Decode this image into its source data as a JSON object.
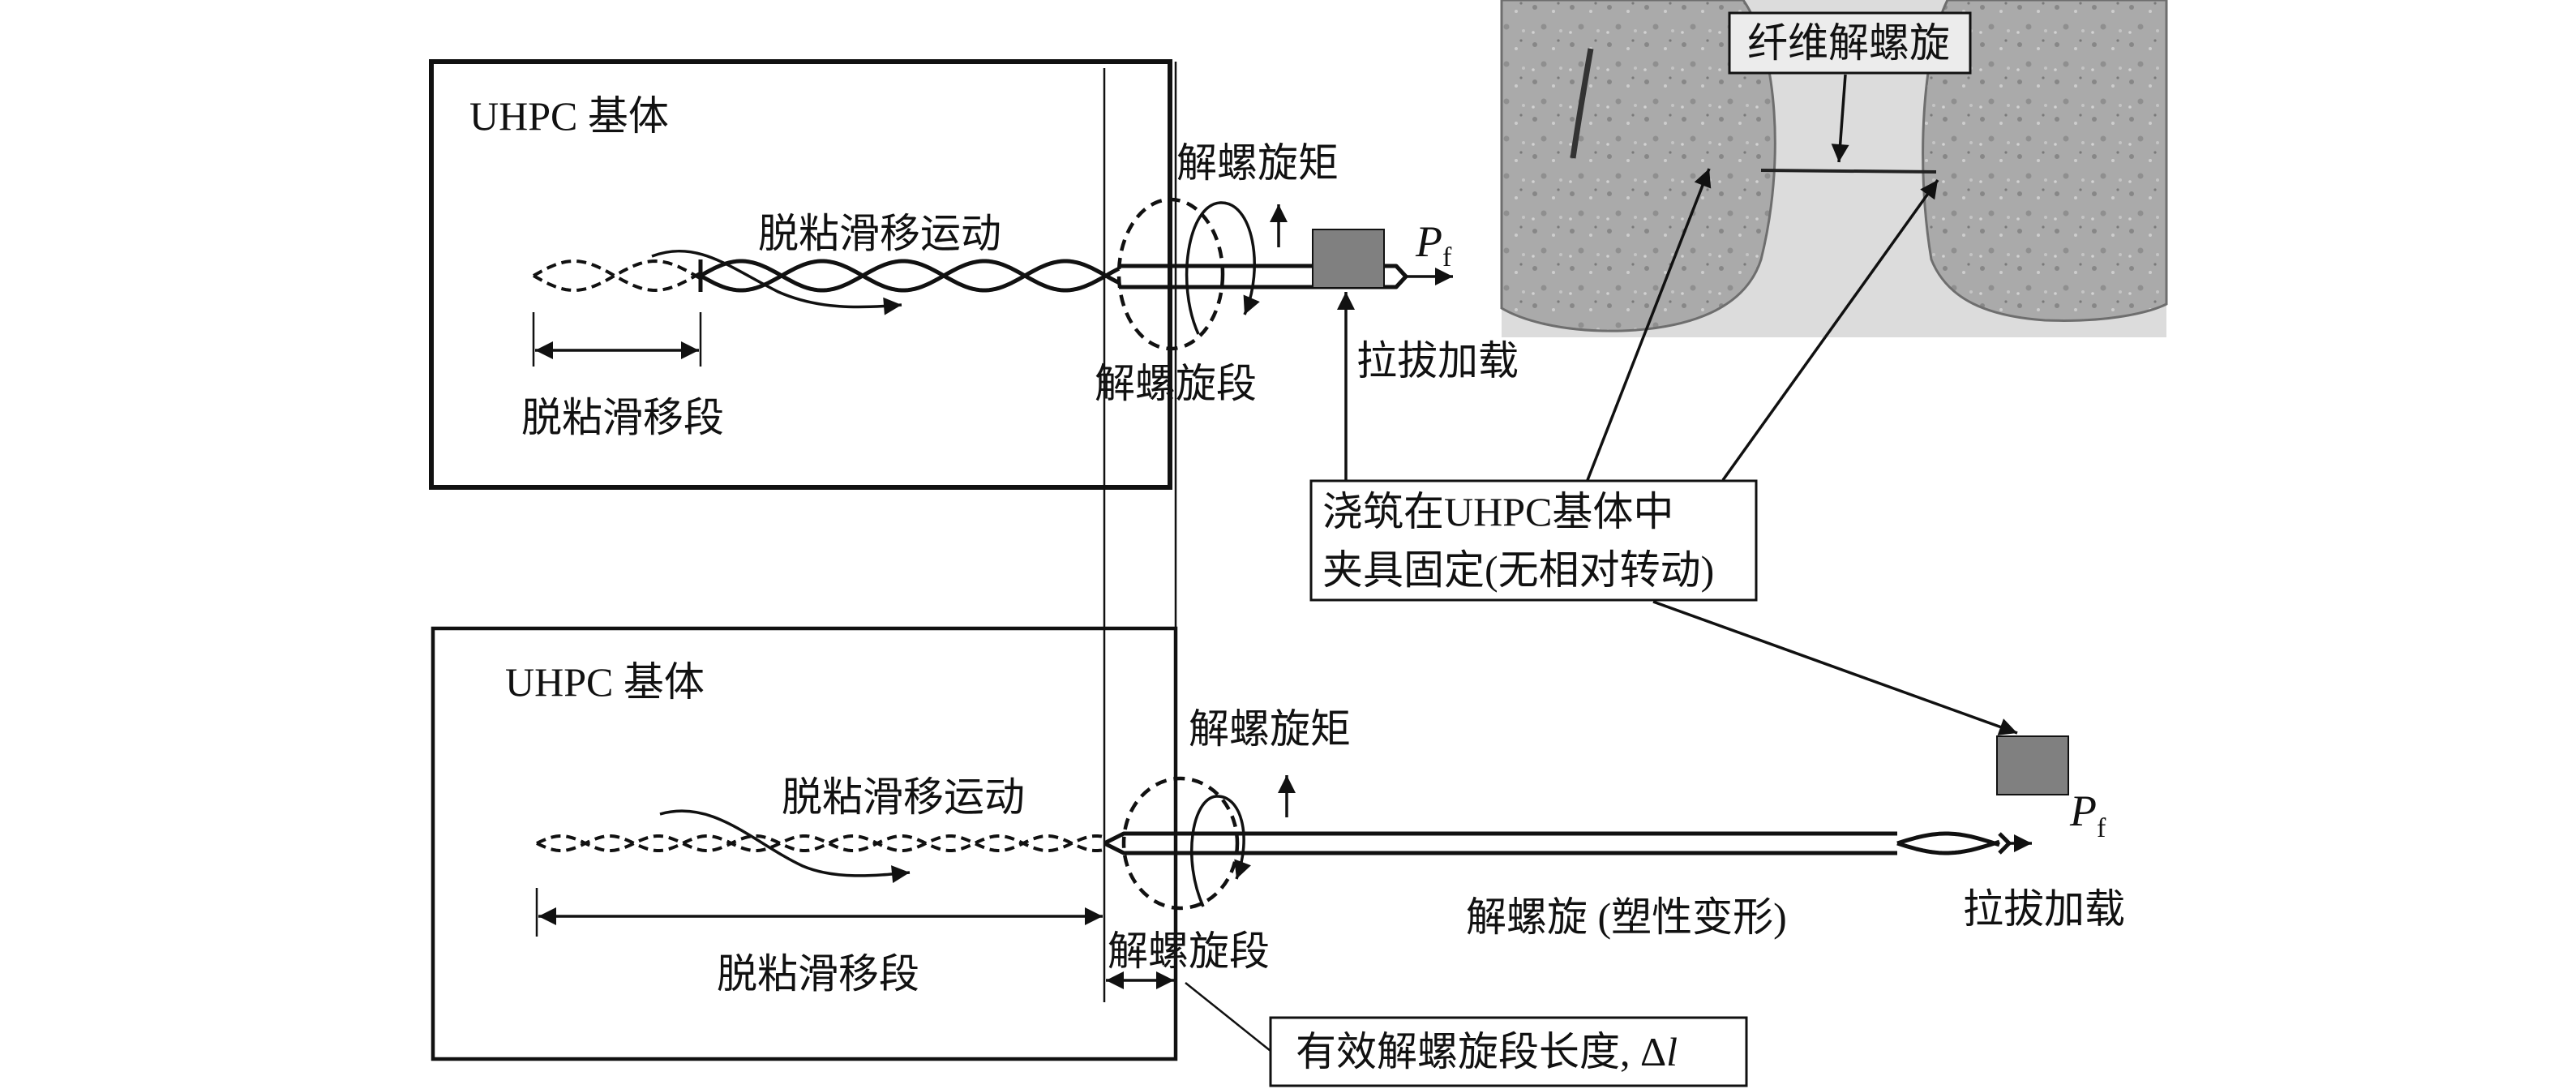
{
  "top_panel": {
    "matrix_label": "UHPC 基体",
    "debond_motion_label": "脱粘滑移运动",
    "debond_segment_label": "脱粘滑移段",
    "untwist_torque_label": "解螺旋矩",
    "untwist_segment_label": "解螺旋段",
    "pullout_load_label": "拉拔加载",
    "load_symbol": "P",
    "load_subscript": "f"
  },
  "bottom_panel": {
    "matrix_label": "UHPC 基体",
    "debond_motion_label": "脱粘滑移运动",
    "debond_segment_label": "脱粘滑移段",
    "untwist_torque_label": "解螺旋矩",
    "untwist_segment_label": "解螺旋段",
    "plastic_untwist_label": "解螺旋 (塑性变形)",
    "pullout_load_label": "拉拔加载",
    "load_symbol": "P",
    "load_subscript": "f",
    "effective_length_label": "有效解螺旋段长度, Δ",
    "effective_length_symbol": "l"
  },
  "callout": {
    "line1": "浇筑在UHPC基体中",
    "line2": "夹具固定(无相对转动)"
  },
  "photo": {
    "label": "纤维解螺旋"
  },
  "colors": {
    "clamp_fill": "#808080",
    "line": "#111111"
  }
}
